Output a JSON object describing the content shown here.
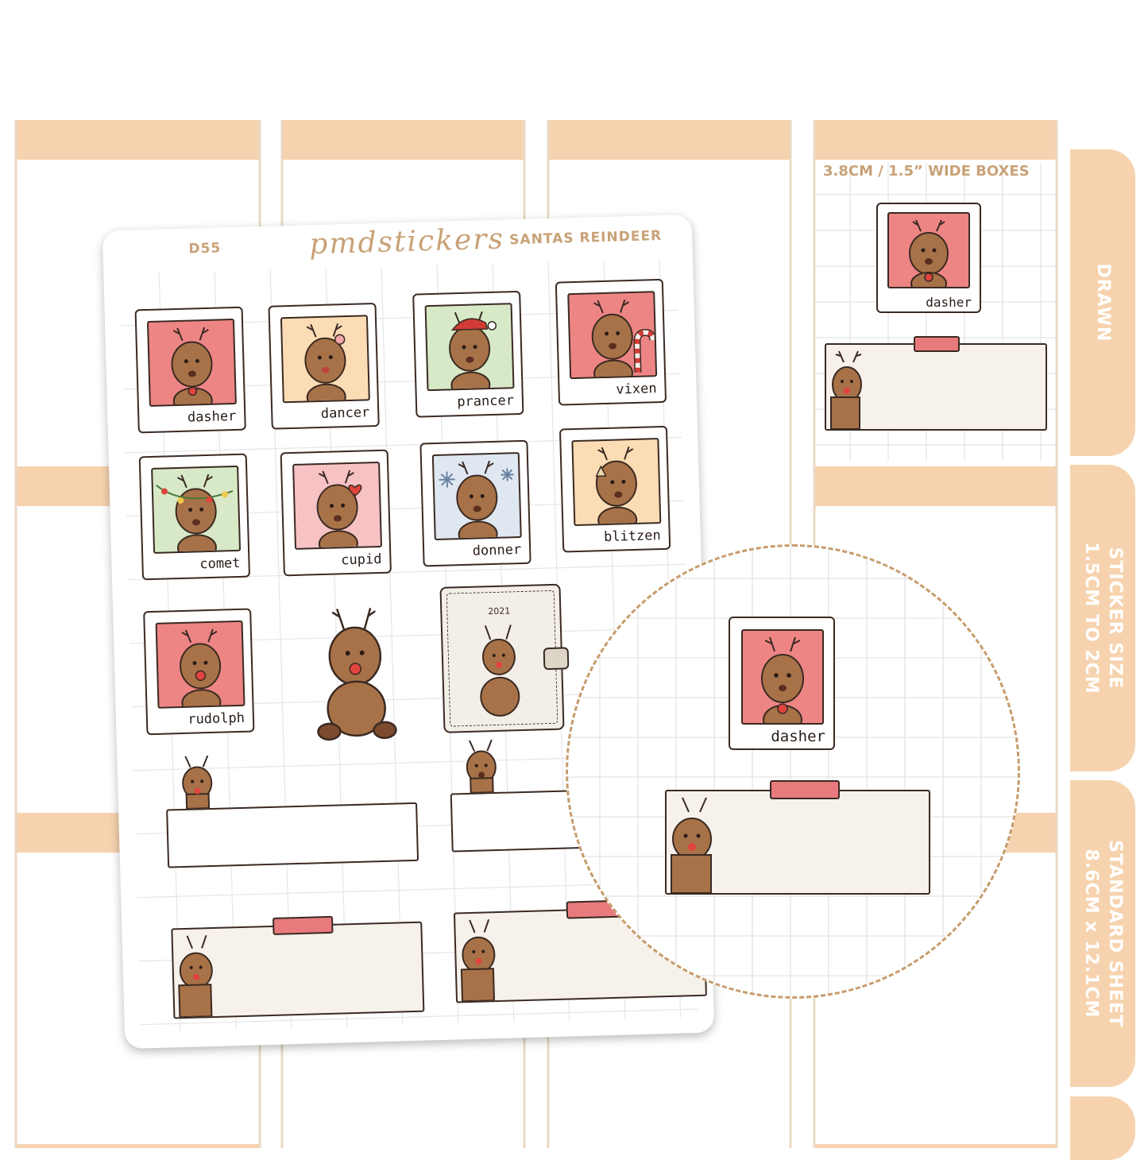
{
  "colors": {
    "tan_band": "#f6d3ae",
    "accent_text": "#c8a277",
    "reindeer_brown": "#a87248",
    "nose_red": "#e0443d",
    "frame_red": "#ee8585",
    "frame_peach": "#fbdcb4",
    "frame_green": "#d7e9c7",
    "frame_pink": "#f7c2c4",
    "frame_blue": "#dfe7f1",
    "tape_pink": "#e87a7e",
    "box_cream": "#f6f1ea"
  },
  "sheet": {
    "code": "D55",
    "brand": "pmdstickers",
    "title": "SANTAS REINDEER",
    "polaroids": [
      {
        "name": "dasher",
        "bg": "#ee8585",
        "prop": "collar"
      },
      {
        "name": "dancer",
        "bg": "#fbdcb4",
        "prop": "ornament"
      },
      {
        "name": "prancer",
        "bg": "#d7e9c7",
        "prop": "santa-hat"
      },
      {
        "name": "vixen",
        "bg": "#ee8585",
        "prop": "candy-cane"
      },
      {
        "name": "comet",
        "bg": "#d7e9c7",
        "prop": "string-lights"
      },
      {
        "name": "cupid",
        "bg": "#f7c2c4",
        "prop": "heart"
      },
      {
        "name": "donner",
        "bg": "#dfe7f1",
        "prop": "snowflakes"
      },
      {
        "name": "blitzen",
        "bg": "#fbdcb4",
        "prop": "bell"
      },
      {
        "name": "rudolph",
        "bg": "#ee8585",
        "prop": "red-nose"
      }
    ],
    "planner_year": "2021"
  },
  "right_panel": {
    "title": "3.8CM / 1.5” WIDE BOXES",
    "sample_name": "dasher"
  },
  "magnifier": {
    "sample_name": "dasher"
  },
  "tabs": [
    {
      "label_lines": [
        "DRAWN"
      ]
    },
    {
      "label_lines": [
        "STICKER SIZE",
        "1.5CM TO 2CM"
      ]
    },
    {
      "label_lines": [
        "STANDARD SHEET",
        "8.6CM x 12.1CM"
      ]
    },
    {
      "label_lines": []
    }
  ]
}
